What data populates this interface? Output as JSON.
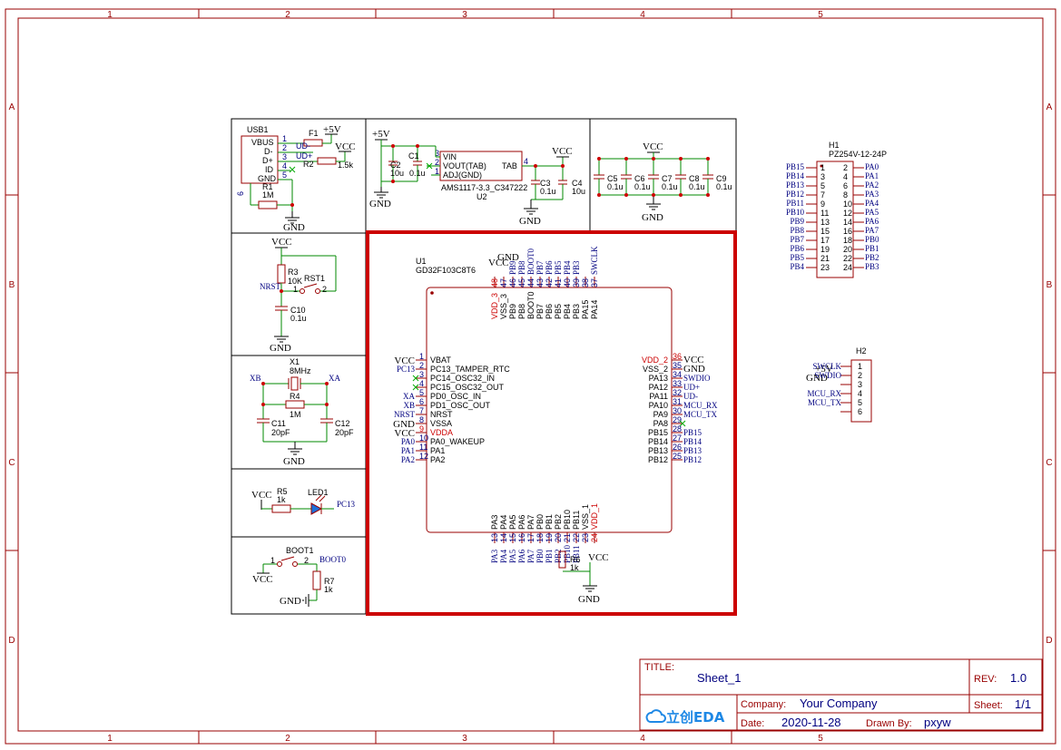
{
  "sheet": {
    "cols": [
      "1",
      "2",
      "3",
      "4",
      "5"
    ],
    "rows": [
      "A",
      "B",
      "C",
      "D"
    ]
  },
  "title_block": {
    "title_label": "TITLE:",
    "title_value": "Sheet_1",
    "rev_label": "REV:",
    "rev_value": "1.0",
    "company_label": "Company:",
    "company_value": "Your Company",
    "sheet_label": "Sheet:",
    "sheet_value": "1/1",
    "date_label": "Date:",
    "date_value": "2020-11-28",
    "drawn_label": "Drawn By:",
    "drawn_value": "pxyw",
    "logo_text": "立创EDA"
  },
  "usb": {
    "ref": "USB1",
    "vbus": "VBUS",
    "dm": "D-",
    "dp": "D+",
    "id": "ID",
    "gnd": "GND",
    "f1": "F1",
    "r1": "R1",
    "r1v": "1M",
    "r2": "R2",
    "r2v": "1.5k",
    "udm": "UD-",
    "udp": "UD+",
    "p5v": "+5V",
    "vcc": "VCC",
    "gndnet": "GND",
    "pins": [
      "1",
      "2",
      "3",
      "4",
      "5",
      "6"
    ]
  },
  "ldo": {
    "p5v": "+5V",
    "vcc": "VCC",
    "gnd": "GND",
    "c1": "C1",
    "c1v": "0.1u",
    "c2": "C2",
    "c2v": "10u",
    "c3": "C3",
    "c3v": "0.1u",
    "c4": "C4",
    "c4v": "10u",
    "vin": "VIN",
    "vout": "VOUT(TAB)",
    "adj": "ADJ(GND)",
    "tab": "TAB",
    "part": "AMS1117-3.3_C347222",
    "ref": "U2",
    "pins": [
      "3",
      "2",
      "1",
      "4"
    ]
  },
  "decoup": {
    "vcc": "VCC",
    "gnd": "GND",
    "caps": [
      {
        "ref": "C5",
        "val": "0.1u"
      },
      {
        "ref": "C6",
        "val": "0.1u"
      },
      {
        "ref": "C7",
        "val": "0.1u"
      },
      {
        "ref": "C8",
        "val": "0.1u"
      },
      {
        "ref": "C9",
        "val": "0.1u"
      }
    ]
  },
  "reset": {
    "vcc": "VCC",
    "r3": "R3",
    "r3v": "10K",
    "rst": "RST1",
    "nrst": "NRST",
    "c10": "C10",
    "c10v": "0.1u",
    "gnd": "GND",
    "p1": "1",
    "p2": "2"
  },
  "xtal": {
    "x1": "X1",
    "x1v": "8MHz",
    "xb": "XB",
    "xa": "XA",
    "r4": "R4",
    "r4v": "1M",
    "c11": "C11",
    "c11v": "20pF",
    "c12": "C12",
    "c12v": "20pF",
    "gnd": "GND"
  },
  "led": {
    "vcc": "VCC",
    "r5": "R5",
    "r5v": "1k",
    "led": "LED1",
    "net": "PC13"
  },
  "boot": {
    "boot": "BOOT1",
    "net": "BOOT0",
    "vcc": "VCC",
    "r7": "R7",
    "r7v": "1k",
    "gnd": "GND",
    "p1": "1",
    "p2": "2"
  },
  "mcu": {
    "ref": "U1",
    "part": "GD32F103C8T6",
    "left_pins": [
      {
        "num": "1",
        "name": "VBAT",
        "net": "VCC",
        "red": false
      },
      {
        "num": "2",
        "name": "PC13_TAMPER_RTC",
        "net": "PC13",
        "red": false
      },
      {
        "num": "3",
        "name": "PC14_OSC32_IN",
        "net": "",
        "red": false
      },
      {
        "num": "4",
        "name": "PC15_OSC32_OUT",
        "net": "",
        "red": false
      },
      {
        "num": "5",
        "name": "PD0_OSC_IN",
        "net": "XA",
        "red": false
      },
      {
        "num": "6",
        "name": "PD1_OSC_OUT",
        "net": "XB",
        "red": false
      },
      {
        "num": "7",
        "name": "NRST",
        "net": "NRST",
        "red": false
      },
      {
        "num": "8",
        "name": "VSSA",
        "net": "GND",
        "red": false
      },
      {
        "num": "9",
        "name": "VDDA",
        "net": "VCC",
        "red": true
      },
      {
        "num": "10",
        "name": "PA0_WAKEUP",
        "net": "PA0",
        "red": false
      },
      {
        "num": "11",
        "name": "PA1",
        "net": "PA1",
        "red": false
      },
      {
        "num": "12",
        "name": "PA2",
        "net": "PA2",
        "red": false
      }
    ],
    "right_pins": [
      {
        "num": "36",
        "name": "VDD_2",
        "net": "VCC",
        "red": true
      },
      {
        "num": "35",
        "name": "VSS_2",
        "net": "GND",
        "red": false
      },
      {
        "num": "34",
        "name": "PA13",
        "net": "SWDIO",
        "red": false
      },
      {
        "num": "33",
        "name": "PA12",
        "net": "UD+",
        "red": false
      },
      {
        "num": "32",
        "name": "PA11",
        "net": "UD-",
        "red": false
      },
      {
        "num": "31",
        "name": "PA10",
        "net": "MCU_RX",
        "red": false
      },
      {
        "num": "30",
        "name": "PA9",
        "net": "MCU_TX",
        "red": false
      },
      {
        "num": "29",
        "name": "PA8",
        "net": "",
        "red": false
      },
      {
        "num": "28",
        "name": "PB15",
        "net": "PB15",
        "red": false
      },
      {
        "num": "27",
        "name": "PB14",
        "net": "PB14",
        "red": false
      },
      {
        "num": "26",
        "name": "PB13",
        "net": "PB13",
        "red": false
      },
      {
        "num": "25",
        "name": "PB12",
        "net": "PB12",
        "red": false
      }
    ],
    "top_pins": [
      {
        "num": "48",
        "name": "VDD_3",
        "red": true
      },
      {
        "num": "47",
        "name": "VSS_3",
        "red": false
      },
      {
        "num": "46",
        "name": "PB9",
        "red": false
      },
      {
        "num": "45",
        "name": "PB8",
        "red": false
      },
      {
        "num": "44",
        "name": "BOOT0",
        "red": false
      },
      {
        "num": "43",
        "name": "PB7",
        "red": false
      },
      {
        "num": "42",
        "name": "PB6",
        "red": false
      },
      {
        "num": "41",
        "name": "PB5",
        "red": false
      },
      {
        "num": "40",
        "name": "PB4",
        "red": false
      },
      {
        "num": "39",
        "name": "PB3",
        "red": false
      },
      {
        "num": "38",
        "name": "PA15",
        "red": false
      },
      {
        "num": "37",
        "name": "PA14",
        "red": false
      }
    ],
    "top_nets": [
      "",
      "",
      "PB9",
      "PB8",
      "BOOT0",
      "PB7",
      "PB6",
      "PB5",
      "PB4",
      "PB3",
      "",
      "SWCLK"
    ],
    "top_extra": {
      "vcc": "VCC",
      "gnd": "GND"
    },
    "bottom_pins": [
      {
        "num": "13",
        "name": "PA3",
        "red": false
      },
      {
        "num": "14",
        "name": "PA4",
        "red": false
      },
      {
        "num": "15",
        "name": "PA5",
        "red": false
      },
      {
        "num": "16",
        "name": "PA6",
        "red": false
      },
      {
        "num": "17",
        "name": "PA7",
        "red": false
      },
      {
        "num": "18",
        "name": "PB0",
        "red": false
      },
      {
        "num": "19",
        "name": "PB1",
        "red": false
      },
      {
        "num": "20",
        "name": "PB2",
        "red": false
      },
      {
        "num": "21",
        "name": "PB10",
        "red": false
      },
      {
        "num": "22",
        "name": "PB11",
        "red": false
      },
      {
        "num": "23",
        "name": "VSS_1",
        "red": false
      },
      {
        "num": "24",
        "name": "VDD_1",
        "red": true
      }
    ],
    "bottom_nets": [
      "PA3",
      "PA4",
      "PA5",
      "PA6",
      "PA7",
      "PB0",
      "PB1",
      "PB2",
      "PB10",
      "PB11",
      "",
      ""
    ],
    "bottom_extra": {
      "r6": "R6",
      "r6v": "1k",
      "vcc": "VCC",
      "gnd": "GND"
    }
  },
  "h1": {
    "ref": "H1",
    "part": "PZ254V-12-24P",
    "left": [
      {
        "net": "PB15",
        "num": "1"
      },
      {
        "net": "PB14",
        "num": "3"
      },
      {
        "net": "PB13",
        "num": "5"
      },
      {
        "net": "PB12",
        "num": "7"
      },
      {
        "net": "PB11",
        "num": "9"
      },
      {
        "net": "PB10",
        "num": "11"
      },
      {
        "net": "PB9",
        "num": "13"
      },
      {
        "net": "PB8",
        "num": "15"
      },
      {
        "net": "PB7",
        "num": "17"
      },
      {
        "net": "PB6",
        "num": "19"
      },
      {
        "net": "PB5",
        "num": "21"
      },
      {
        "net": "PB4",
        "num": "23"
      }
    ],
    "right": [
      {
        "net": "PA0",
        "num": "2"
      },
      {
        "net": "PA1",
        "num": "4"
      },
      {
        "net": "PA2",
        "num": "6"
      },
      {
        "net": "PA3",
        "num": "8"
      },
      {
        "net": "PA4",
        "num": "10"
      },
      {
        "net": "PA5",
        "num": "12"
      },
      {
        "net": "PA6",
        "num": "14"
      },
      {
        "net": "PA7",
        "num": "16"
      },
      {
        "net": "PB0",
        "num": "18"
      },
      {
        "net": "PB1",
        "num": "20"
      },
      {
        "net": "PB2",
        "num": "22"
      },
      {
        "net": "PB3",
        "num": "24"
      }
    ]
  },
  "h2": {
    "ref": "H2",
    "p5v": "+5V",
    "gnd": "GND",
    "rows": [
      {
        "net": "SWCLK",
        "num": "1"
      },
      {
        "net": "SWDIO",
        "num": "2"
      },
      {
        "net": "",
        "num": "3"
      },
      {
        "net": "MCU_RX",
        "num": "4"
      },
      {
        "net": "MCU_TX",
        "num": "5"
      },
      {
        "net": "",
        "num": "6"
      }
    ]
  }
}
